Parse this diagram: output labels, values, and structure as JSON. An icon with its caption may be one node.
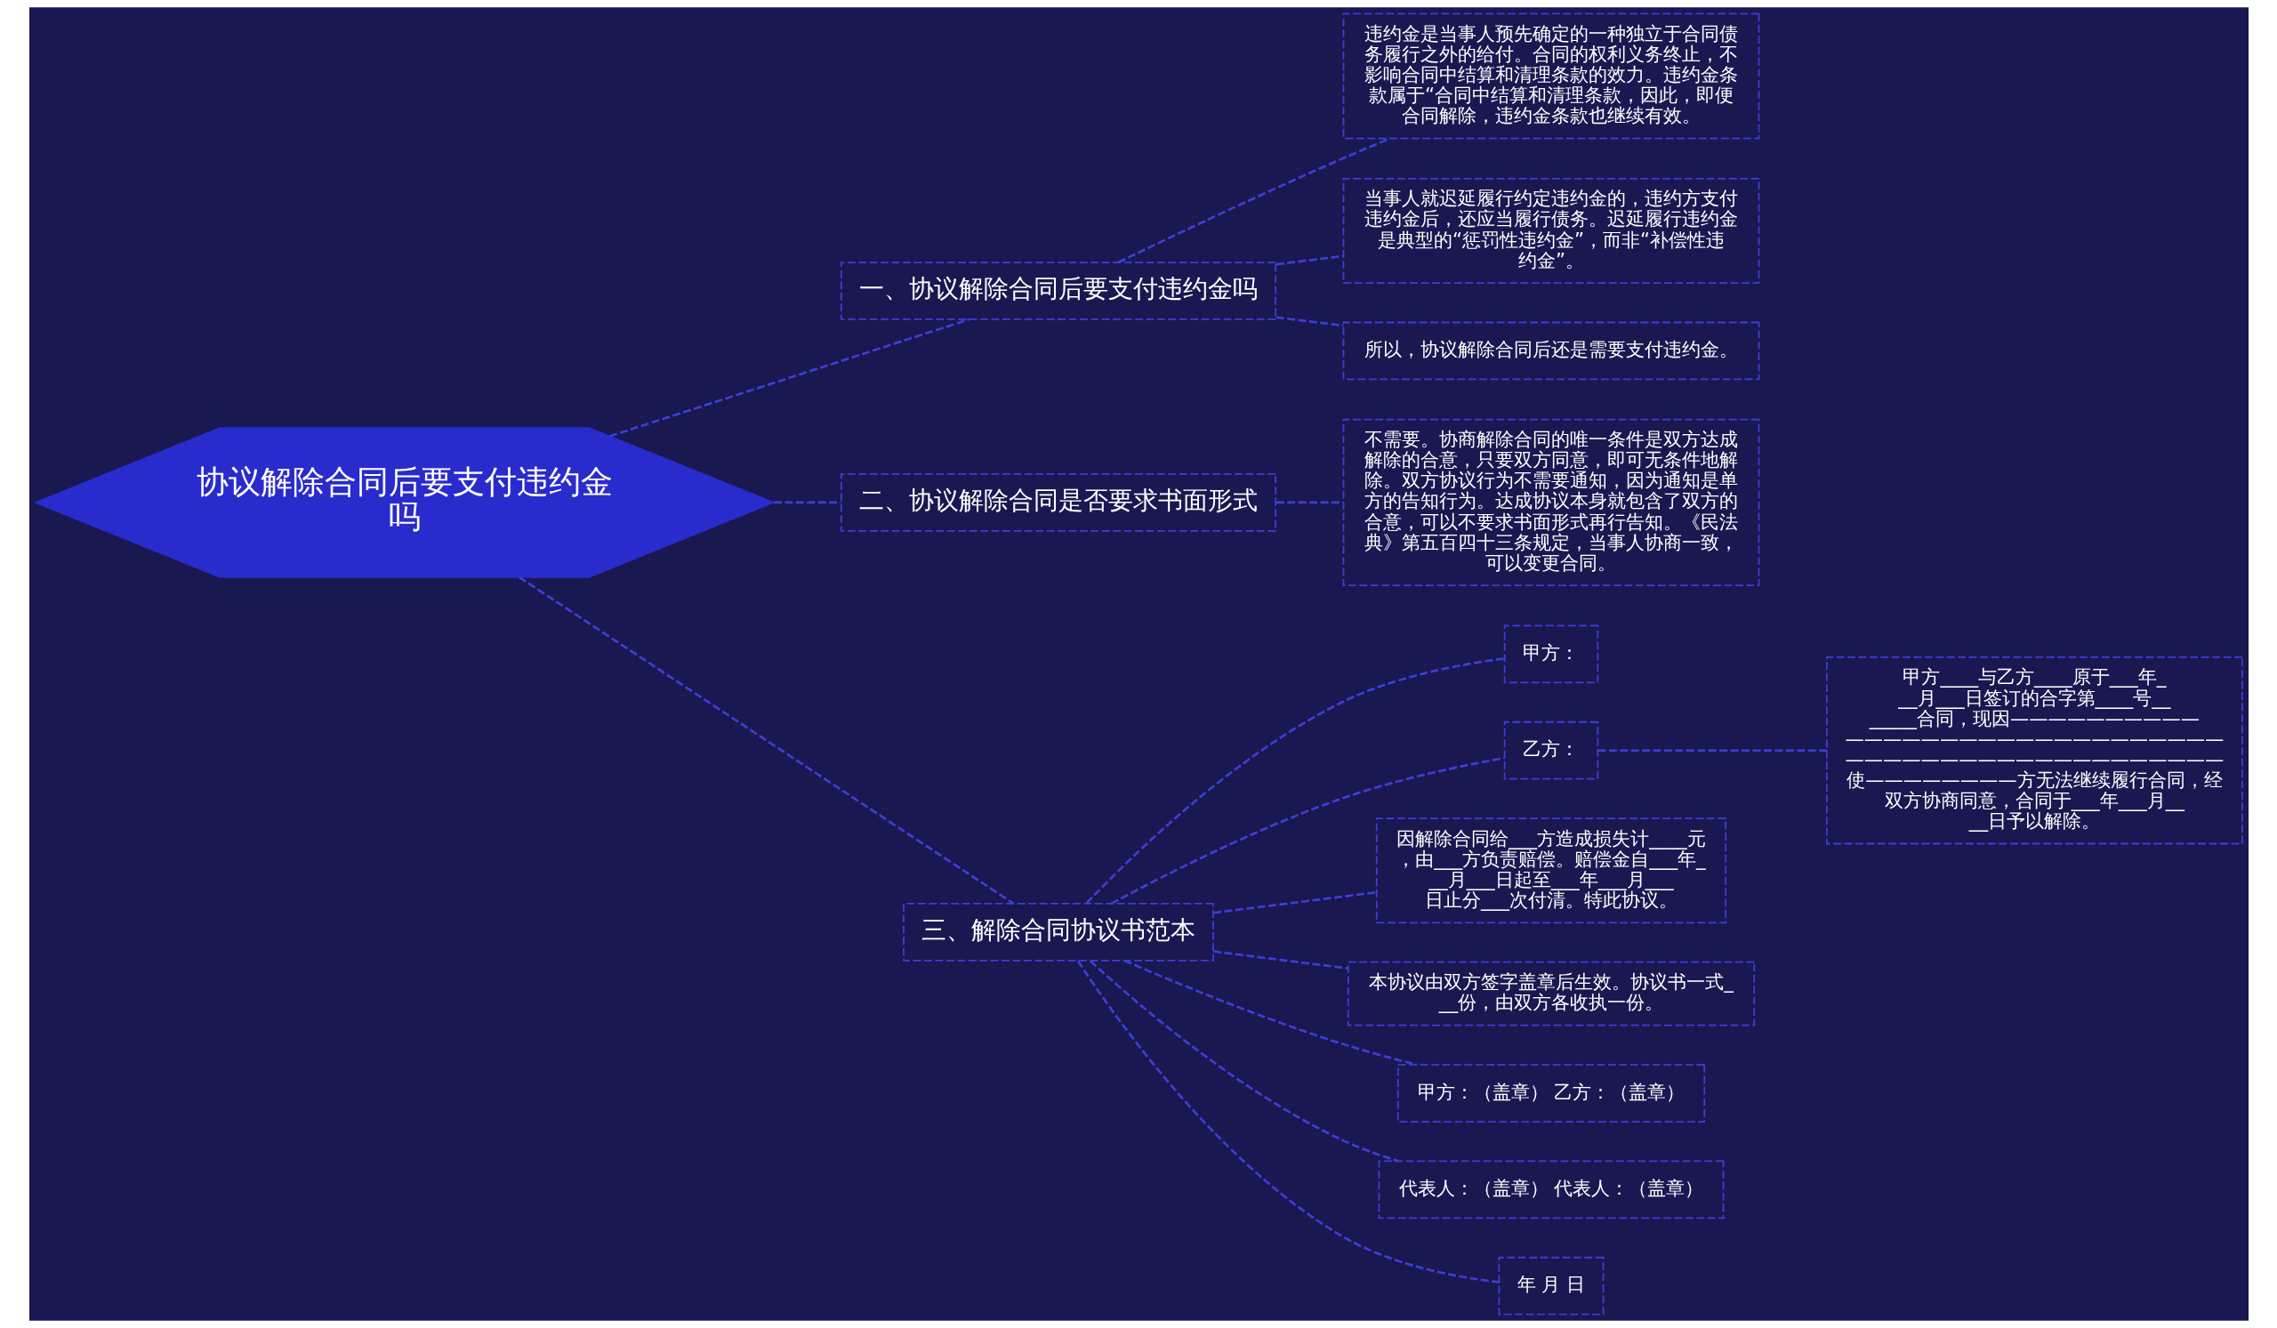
{
  "diagram": {
    "nodes": [
      {
        "text": [
          "协议解除合同后要支付违约金吗"
        ]
      },
      {
        "text": [
          "一、协议解除合同后要支付违约金吗"
        ]
      },
      {
        "text": [
          "违约金是当事人预先确定的一种独立于合同债务履行之外的给付。合同的权利义务终止，不影响合同中结算和清理条款的效力。违约金条款属于“合同中结算和清理条款，因此，即便合同解除，违约金条款也继续有效。"
        ]
      },
      {
        "text": [
          "当事人就迟延履行约定违约金的，违约方支付违约金后，还应当履行债务。迟延履行违约金是典型的“惩罚性违约金”，而非“补偿性违约金”。"
        ]
      },
      {
        "text": [
          "所以，协议解除合同后还是需要支付违约金。"
        ]
      },
      {
        "text": [
          "二、协议解除合同是否要求书面形式"
        ]
      },
      {
        "text": [
          "不需要。协商解除合同的唯一条件是双方达成解除的合意，只要双方同意，即可无条件地解除。双方协议行为不需要通知，因为通知是单方的告知行为。达成协议本身就包含了双方的合意，可以不要求书面形式再行告知。《民法典》第五百四十三条规定，当事人协商一致，可以变更合同。"
        ]
      },
      {
        "text": [
          "三、解除合同协议书范本"
        ]
      },
      {
        "text": [
          "甲方："
        ]
      },
      {
        "text": [
          "乙方："
        ]
      },
      {
        "text": [
          "甲方____与乙方____原于___年___月___日签订的合字第____号_______合同，现因——————————————————————————————————————————————————使————————方无法继续履行合同，经双方协商同意，合同于___年___月____日予以解除。"
        ]
      },
      {
        "text": [
          "因解除合同给___方造成损失计____元，由___方负责赔偿。赔偿金自___年___月___日起至___年___月___日止分___次付清。特此协议。"
        ]
      },
      {
        "text": [
          "本协议由双方签字盖章后生效。协议书一式___份，由双方各收执一份。"
        ]
      },
      {
        "text": [
          "甲方：（盖章） 乙方：（盖章）"
        ]
      },
      {
        "text": [
          "代表人：（盖章） 代表人：（盖章）"
        ]
      },
      {
        "text": [
          "年 月 日"
        ]
      }
    ],
    "edges": [
      {
        "from": 0,
        "to": 1,
        "arrow": "none"
      },
      {
        "from": 1,
        "to": 2,
        "arrow": "none"
      },
      {
        "from": 1,
        "to": 3,
        "arrow": "none"
      },
      {
        "from": 1,
        "to": 4,
        "arrow": "none"
      },
      {
        "from": 0,
        "to": 5,
        "arrow": "none"
      },
      {
        "from": 5,
        "to": 6,
        "arrow": "none"
      },
      {
        "from": 0,
        "to": 7,
        "arrow": "none"
      },
      {
        "from": 7,
        "to": 8,
        "arrow": "none"
      },
      {
        "from": 7,
        "to": 9,
        "arrow": "none"
      },
      {
        "from": 9,
        "to": 10,
        "arrow": "none"
      },
      {
        "from": 7,
        "to": 11,
        "arrow": "none"
      },
      {
        "from": 7,
        "to": 12,
        "arrow": "none"
      },
      {
        "from": 7,
        "to": 13,
        "arrow": "none"
      },
      {
        "from": 7,
        "to": 14,
        "arrow": "none"
      },
      {
        "from": 7,
        "to": 15,
        "arrow": "none"
      }
    ]
  }
}
